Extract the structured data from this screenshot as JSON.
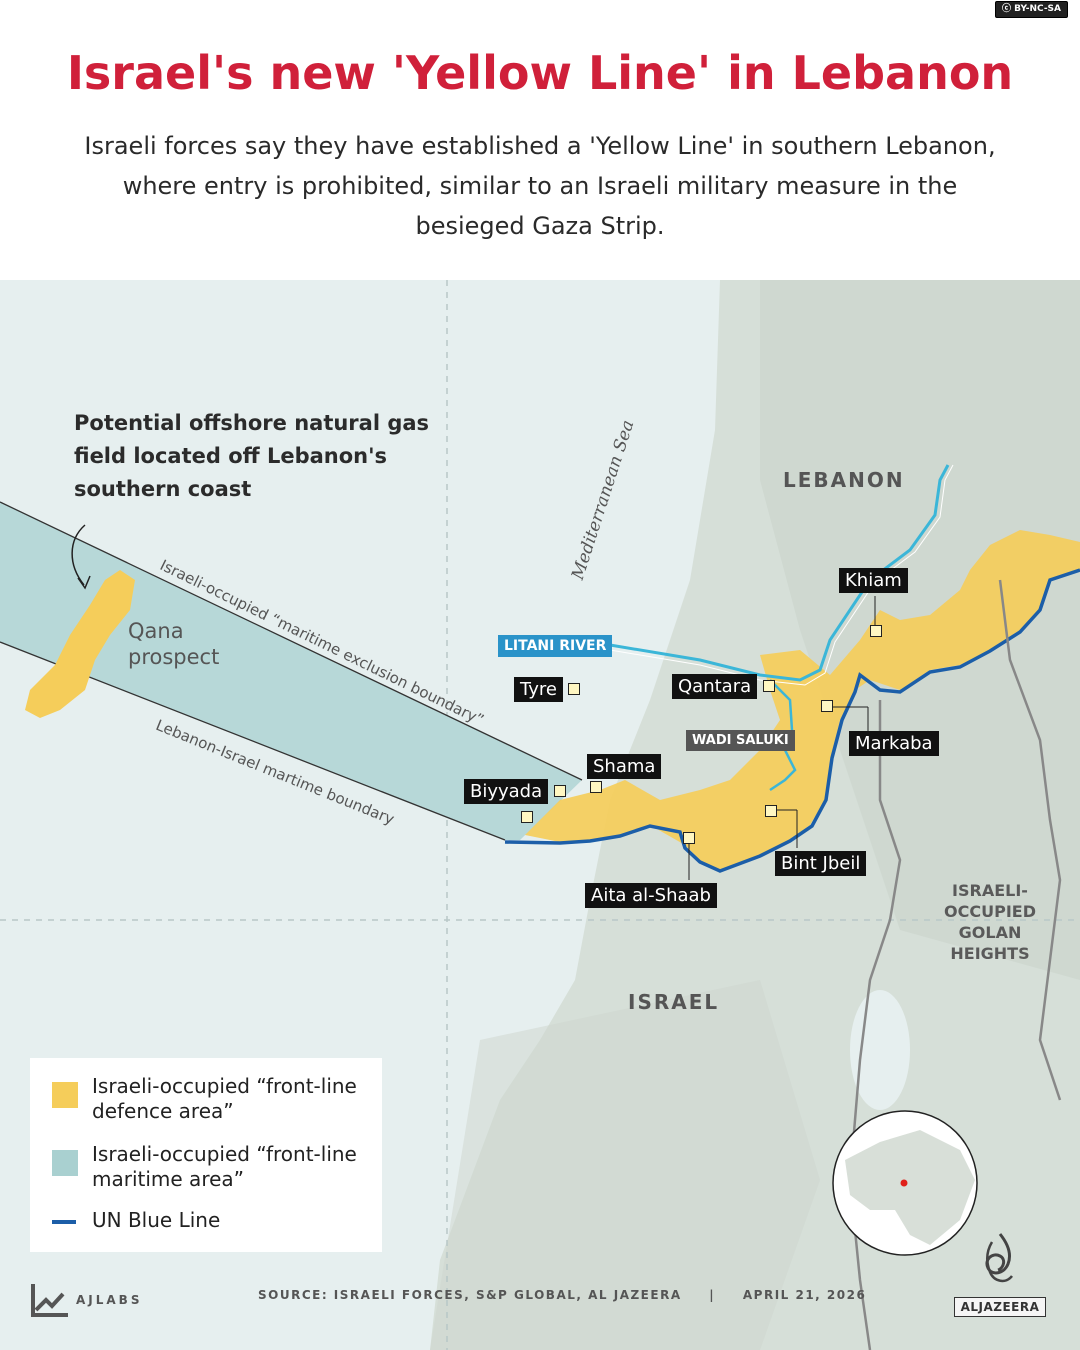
{
  "header": {
    "license": "BY-NC-SA",
    "title": "Israel's new 'Yellow Line' in Lebanon",
    "subtitle": "Israeli forces say they have established a 'Yellow Line' in southern Lebanon, where entry is prohibited, similar to an Israeli military measure in the besieged Gaza Strip."
  },
  "map": {
    "callout": "Potential offshore natural gas field located off Lebanon's southern coast",
    "qana": "Qana prospect",
    "sea": "Mediterranean Sea",
    "maritime_exclusion": "Israeli-occupied “maritime exclusion boundary”",
    "maritime_boundary": "Lebanon-Israel martime boundary",
    "regions": {
      "lebanon": "LEBANON",
      "israel": "ISRAEL",
      "golan": "ISRAELI-OCCUPIED GOLAN HEIGHTS"
    },
    "rivers": {
      "litani": "LITANI RIVER",
      "wadi": "WADI SALUKI"
    },
    "places": {
      "khiam": "Khiam",
      "qantara": "Qantara",
      "tyre": "Tyre",
      "markaba": "Markaba",
      "shama": "Shama",
      "biyyada": "Biyyada",
      "bint_jbeil": "Bint Jbeil",
      "aita": "Aita al-Shaab"
    },
    "colors": {
      "defence_area": "#f5cd5a",
      "maritime_area": "#b7d8d8",
      "blue_line": "#1c5ea8",
      "river": "#3bb6d8",
      "sea": "#e6efef",
      "land": "#dce3dc"
    }
  },
  "legend": {
    "defence": "Israeli-occupied “front-line defence area”",
    "maritime": "Israeli-occupied “front-line maritime area”",
    "blue_line": "UN Blue Line"
  },
  "footer": {
    "brand": "AJLABS",
    "source": "SOURCE: ISRAELI FORCES, S&P GLOBAL, AL JAZEERA",
    "separator": "|",
    "date": "APRIL 21, 2026",
    "logo": "ALJAZEERA"
  }
}
